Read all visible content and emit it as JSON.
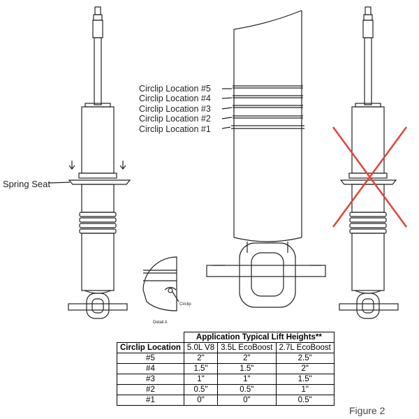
{
  "labels": {
    "spring_seat": "Spring Seat",
    "circlip_5": "Circlip Location #5",
    "circlip_4": "Circlip Location #4",
    "circlip_3": "Circlip Location #3",
    "circlip_2": "Circlip Location #2",
    "circlip_1": "Circlip Location #1",
    "detail_circlip": "Circlip",
    "detail_caption": "Detail A",
    "figure": "Figure 2"
  },
  "table": {
    "title": "Application Typical Lift Heights**",
    "row_header": "Circlip Location",
    "columns": [
      "5.0L V8",
      "3.5L EcoBoost",
      "2.7L EcoBoost"
    ],
    "rows": [
      {
        "location": "#5",
        "values": [
          "2\"",
          "2\"",
          "2.5\""
        ]
      },
      {
        "location": "#4",
        "values": [
          "1.5\"",
          "1.5\"",
          "2\""
        ]
      },
      {
        "location": "#3",
        "values": [
          "1\"",
          "1\"",
          "1.5\""
        ]
      },
      {
        "location": "#2",
        "values": [
          "0.5\"",
          "0.5\"",
          "1\""
        ]
      },
      {
        "location": "#1",
        "values": [
          "0\"",
          "0\"",
          "0.5\""
        ]
      }
    ]
  },
  "colors": {
    "line": "#222222",
    "cross": "#e0443a"
  }
}
